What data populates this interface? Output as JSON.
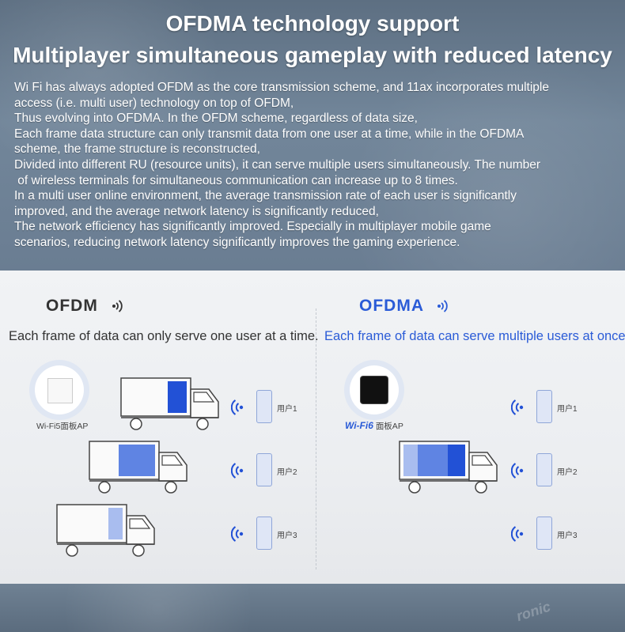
{
  "header": {
    "title_line1": "OFDMA technology support",
    "title_line2": "Multiplayer simultaneous gameplay with reduced latency"
  },
  "description_lines": [
    "Wi Fi has always adopted OFDM as the core transmission scheme, and 11ax incorporates multiple",
    "access (i.e. multi user) technology on top of OFDM,",
    "Thus evolving into OFDMA. In the OFDM scheme, regardless of data size,",
    "Each frame data structure can only transmit data from one user at a time, while in the OFDMA",
    "scheme, the frame structure is reconstructed,",
    "Divided into different RU (resource units), it can serve multiple users simultaneously. The number",
    " of wireless terminals for simultaneous communication can increase up to 8 times.",
    "In a multi user online environment, the average transmission rate of each user is significantly",
    "improved, and the average network latency is significantly reduced,",
    "The network efficiency has significantly improved. Especially in multiplayer mobile game",
    "scenarios, reducing network latency significantly improves the gaming experience."
  ],
  "left": {
    "heading": "OFDM",
    "caption": "Each frame of data can only serve one user at a time.",
    "ap_label": "Wi-Fi5面板AP",
    "users": [
      "用户1",
      "用户2",
      "用户3"
    ]
  },
  "right": {
    "heading": "OFDMA",
    "caption": "Each frame of data can serve multiple users at once.",
    "ap_brand": "Wi-Fi6",
    "ap_label": "面板AP",
    "users": [
      "用户1",
      "用户2",
      "用户3"
    ]
  },
  "watermark": "ronic",
  "colors": {
    "accent_blue": "#2a5bd7",
    "dark_text": "#333333"
  },
  "icons": {
    "signal": "wifi-signal-icon",
    "phone": "phone-icon",
    "truck": "truck-icon",
    "access_point": "access-point-icon"
  }
}
